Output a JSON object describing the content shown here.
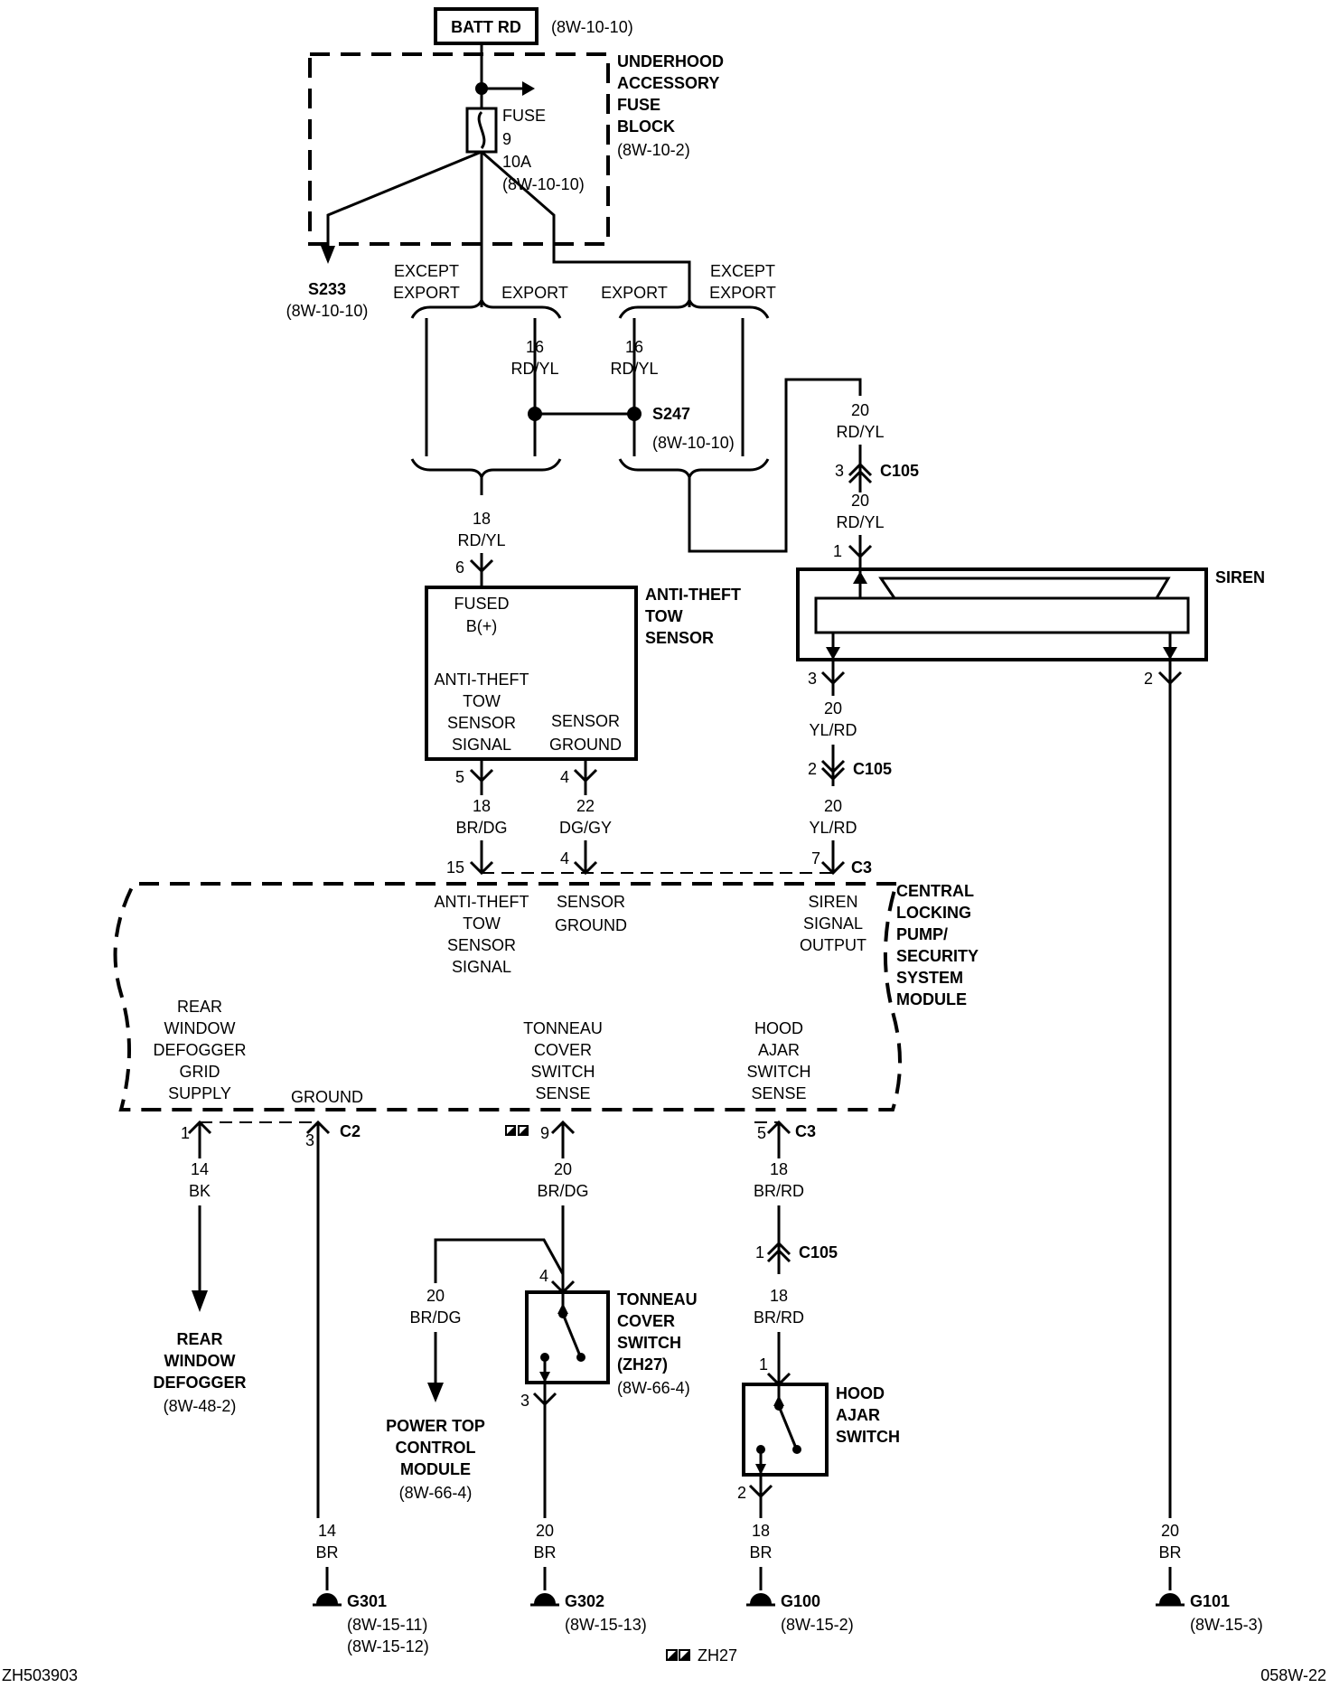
{
  "power": {
    "label": "BATT RD",
    "ref": "(8W-10-10)"
  },
  "fuse_block": {
    "name": [
      "UNDERHOOD",
      "ACCESSORY",
      "FUSE",
      "BLOCK"
    ],
    "ref": "(8W-10-2)"
  },
  "fuse": {
    "lines": [
      "FUSE",
      "9",
      "10A",
      "(8W-10-10)"
    ]
  },
  "splice_s233": {
    "name": "S233",
    "ref": "(8W-10-10)"
  },
  "splice_s247": {
    "name": "S247",
    "ref": "(8W-10-10)"
  },
  "options": {
    "except_export": [
      "EXCEPT",
      "EXPORT"
    ],
    "export": "EXPORT"
  },
  "wires": {
    "w16a": [
      "16",
      "RD/YL"
    ],
    "w16b": [
      "16",
      "RD/YL"
    ],
    "w18_rdyl": [
      "18",
      "RD/YL"
    ],
    "w20_top1": [
      "20",
      "RD/YL"
    ],
    "w20_top2": [
      "20",
      "RD/YL"
    ],
    "w20_yl1": [
      "20",
      "YL/RD"
    ],
    "w20_yl2": [
      "20",
      "YL/RD"
    ],
    "w18_brdg": [
      "18",
      "BR/DG"
    ],
    "w22_dggy": [
      "22",
      "DG/GY"
    ],
    "w14_bk": [
      "14",
      "BK"
    ],
    "w20_brdg": [
      "20",
      "BR/DG"
    ],
    "w18_brrd1": [
      "18",
      "BR/RD"
    ],
    "w18_brrd2": [
      "18",
      "BR/RD"
    ],
    "w20_brdg2": [
      "20",
      "BR/DG"
    ],
    "w14_br": [
      "14",
      "BR"
    ],
    "w20_br1": [
      "20",
      "BR"
    ],
    "w18_br": [
      "18",
      "BR"
    ],
    "w20_br2": [
      "20",
      "BR"
    ]
  },
  "pins": {
    "p6": "6",
    "p5": "5",
    "p4": "4",
    "p15": "15",
    "p4b": "4",
    "p7": "7",
    "c105_3": "3",
    "c105_1": "1",
    "siren3": "3",
    "siren2": "2",
    "c105_2": "2",
    "c2_1": "1",
    "c2_3": "3",
    "c3_9": "9",
    "c3_5": "5",
    "c105_1b": "1",
    "ton4": "4",
    "ton3": "3",
    "hood1": "1",
    "hood2": "2"
  },
  "connectors": {
    "c105": "C105",
    "c3": "C3",
    "c2": "C2"
  },
  "tow_sensor": {
    "name": [
      "ANTI-THEFT",
      "TOW",
      "SENSOR"
    ],
    "fused": [
      "FUSED",
      "B(+)"
    ],
    "signal": [
      "ANTI-THEFT",
      "TOW",
      "SENSOR",
      "SIGNAL"
    ],
    "ground": [
      "SENSOR",
      "GROUND"
    ]
  },
  "siren": {
    "name": "SIREN"
  },
  "module": {
    "name": [
      "CENTRAL",
      "LOCKING",
      "PUMP/",
      "SECURITY",
      "SYSTEM",
      "MODULE"
    ],
    "tow_signal": [
      "ANTI-THEFT",
      "TOW",
      "SENSOR",
      "SIGNAL"
    ],
    "sensor_ground": [
      "SENSOR",
      "GROUND"
    ],
    "siren_out": [
      "SIREN",
      "SIGNAL",
      "OUTPUT"
    ],
    "defogger": [
      "REAR",
      "WINDOW",
      "DEFOGGER",
      "GRID",
      "SUPPLY"
    ],
    "ground": "GROUND",
    "tonneau": [
      "TONNEAU",
      "COVER",
      "SWITCH",
      "SENSE"
    ],
    "hood": [
      "HOOD",
      "AJAR",
      "SWITCH",
      "SENSE"
    ]
  },
  "defogger": {
    "name": [
      "REAR",
      "WINDOW",
      "DEFOGGER"
    ],
    "ref": "(8W-48-2)"
  },
  "power_top": {
    "name": [
      "POWER TOP",
      "CONTROL",
      "MODULE"
    ],
    "ref": "(8W-66-4)"
  },
  "tonneau_switch": {
    "name": [
      "TONNEAU",
      "COVER",
      "SWITCH",
      "(ZH27)"
    ],
    "ref": "(8W-66-4)"
  },
  "hood_switch": {
    "name": [
      "HOOD",
      "AJAR",
      "SWITCH"
    ]
  },
  "grounds": {
    "g301": {
      "name": "G301",
      "refs": [
        "(8W-15-11)",
        "(8W-15-12)"
      ]
    },
    "g302": {
      "name": "G302",
      "refs": [
        "(8W-15-13)"
      ]
    },
    "g100": {
      "name": "G100",
      "refs": [
        "(8W-15-2)"
      ]
    },
    "g101": {
      "name": "G101",
      "refs": [
        "(8W-15-3)"
      ]
    }
  },
  "code": {
    "label": "ZH27"
  },
  "footer": {
    "left": "ZH503903",
    "right": "058W-22"
  }
}
